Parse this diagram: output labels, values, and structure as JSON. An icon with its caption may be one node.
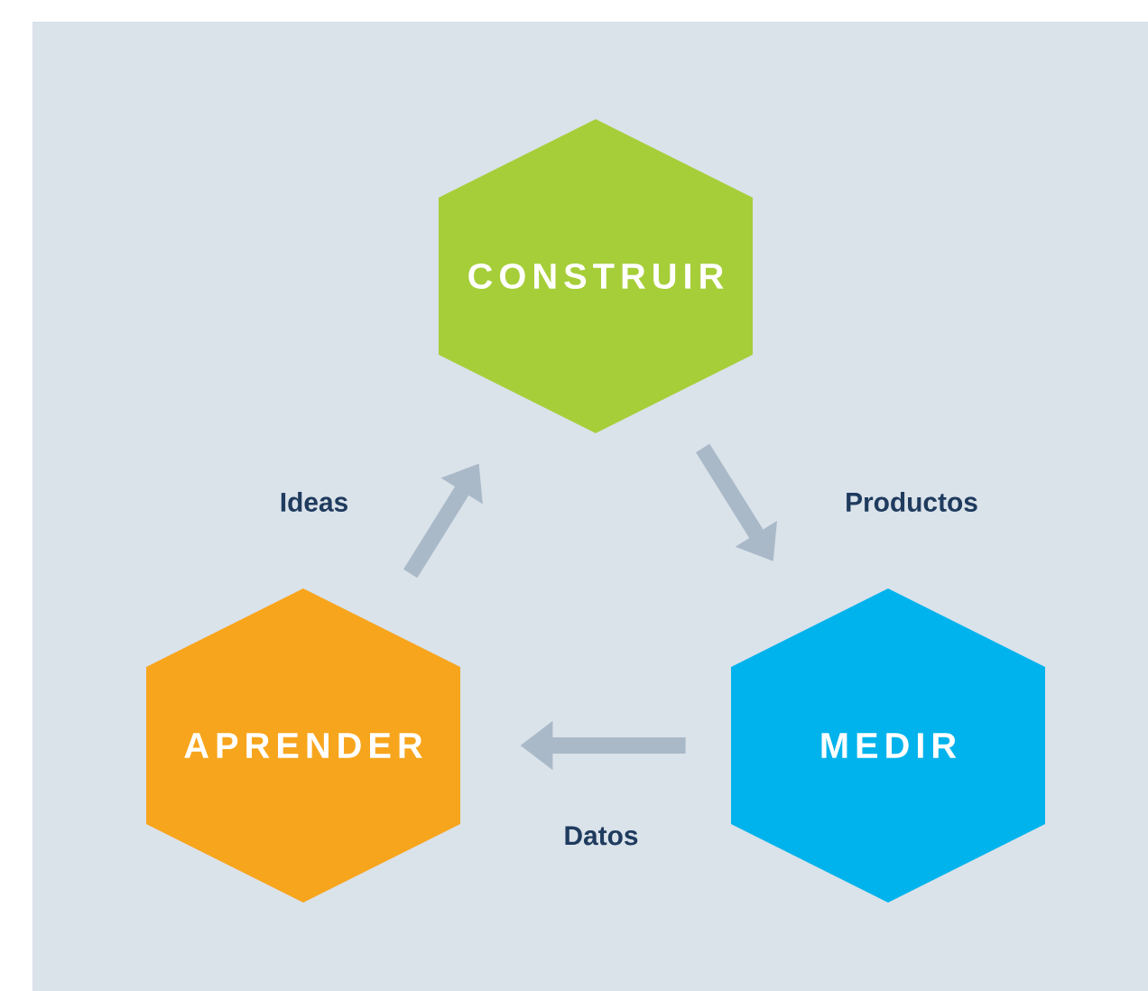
{
  "diagram": {
    "nodes": [
      {
        "text": [
          "CONSTRUIR"
        ]
      },
      {
        "text": [
          "APRENDER"
        ]
      },
      {
        "text": [
          "MEDIR"
        ]
      }
    ],
    "edges": [
      {
        "from": 1,
        "to": 0,
        "arrow": "to",
        "label": "Ideas"
      },
      {
        "from": 0,
        "to": 2,
        "arrow": "to",
        "label": "Productos"
      },
      {
        "from": 2,
        "to": 1,
        "arrow": "to",
        "label": "Datos"
      }
    ]
  }
}
